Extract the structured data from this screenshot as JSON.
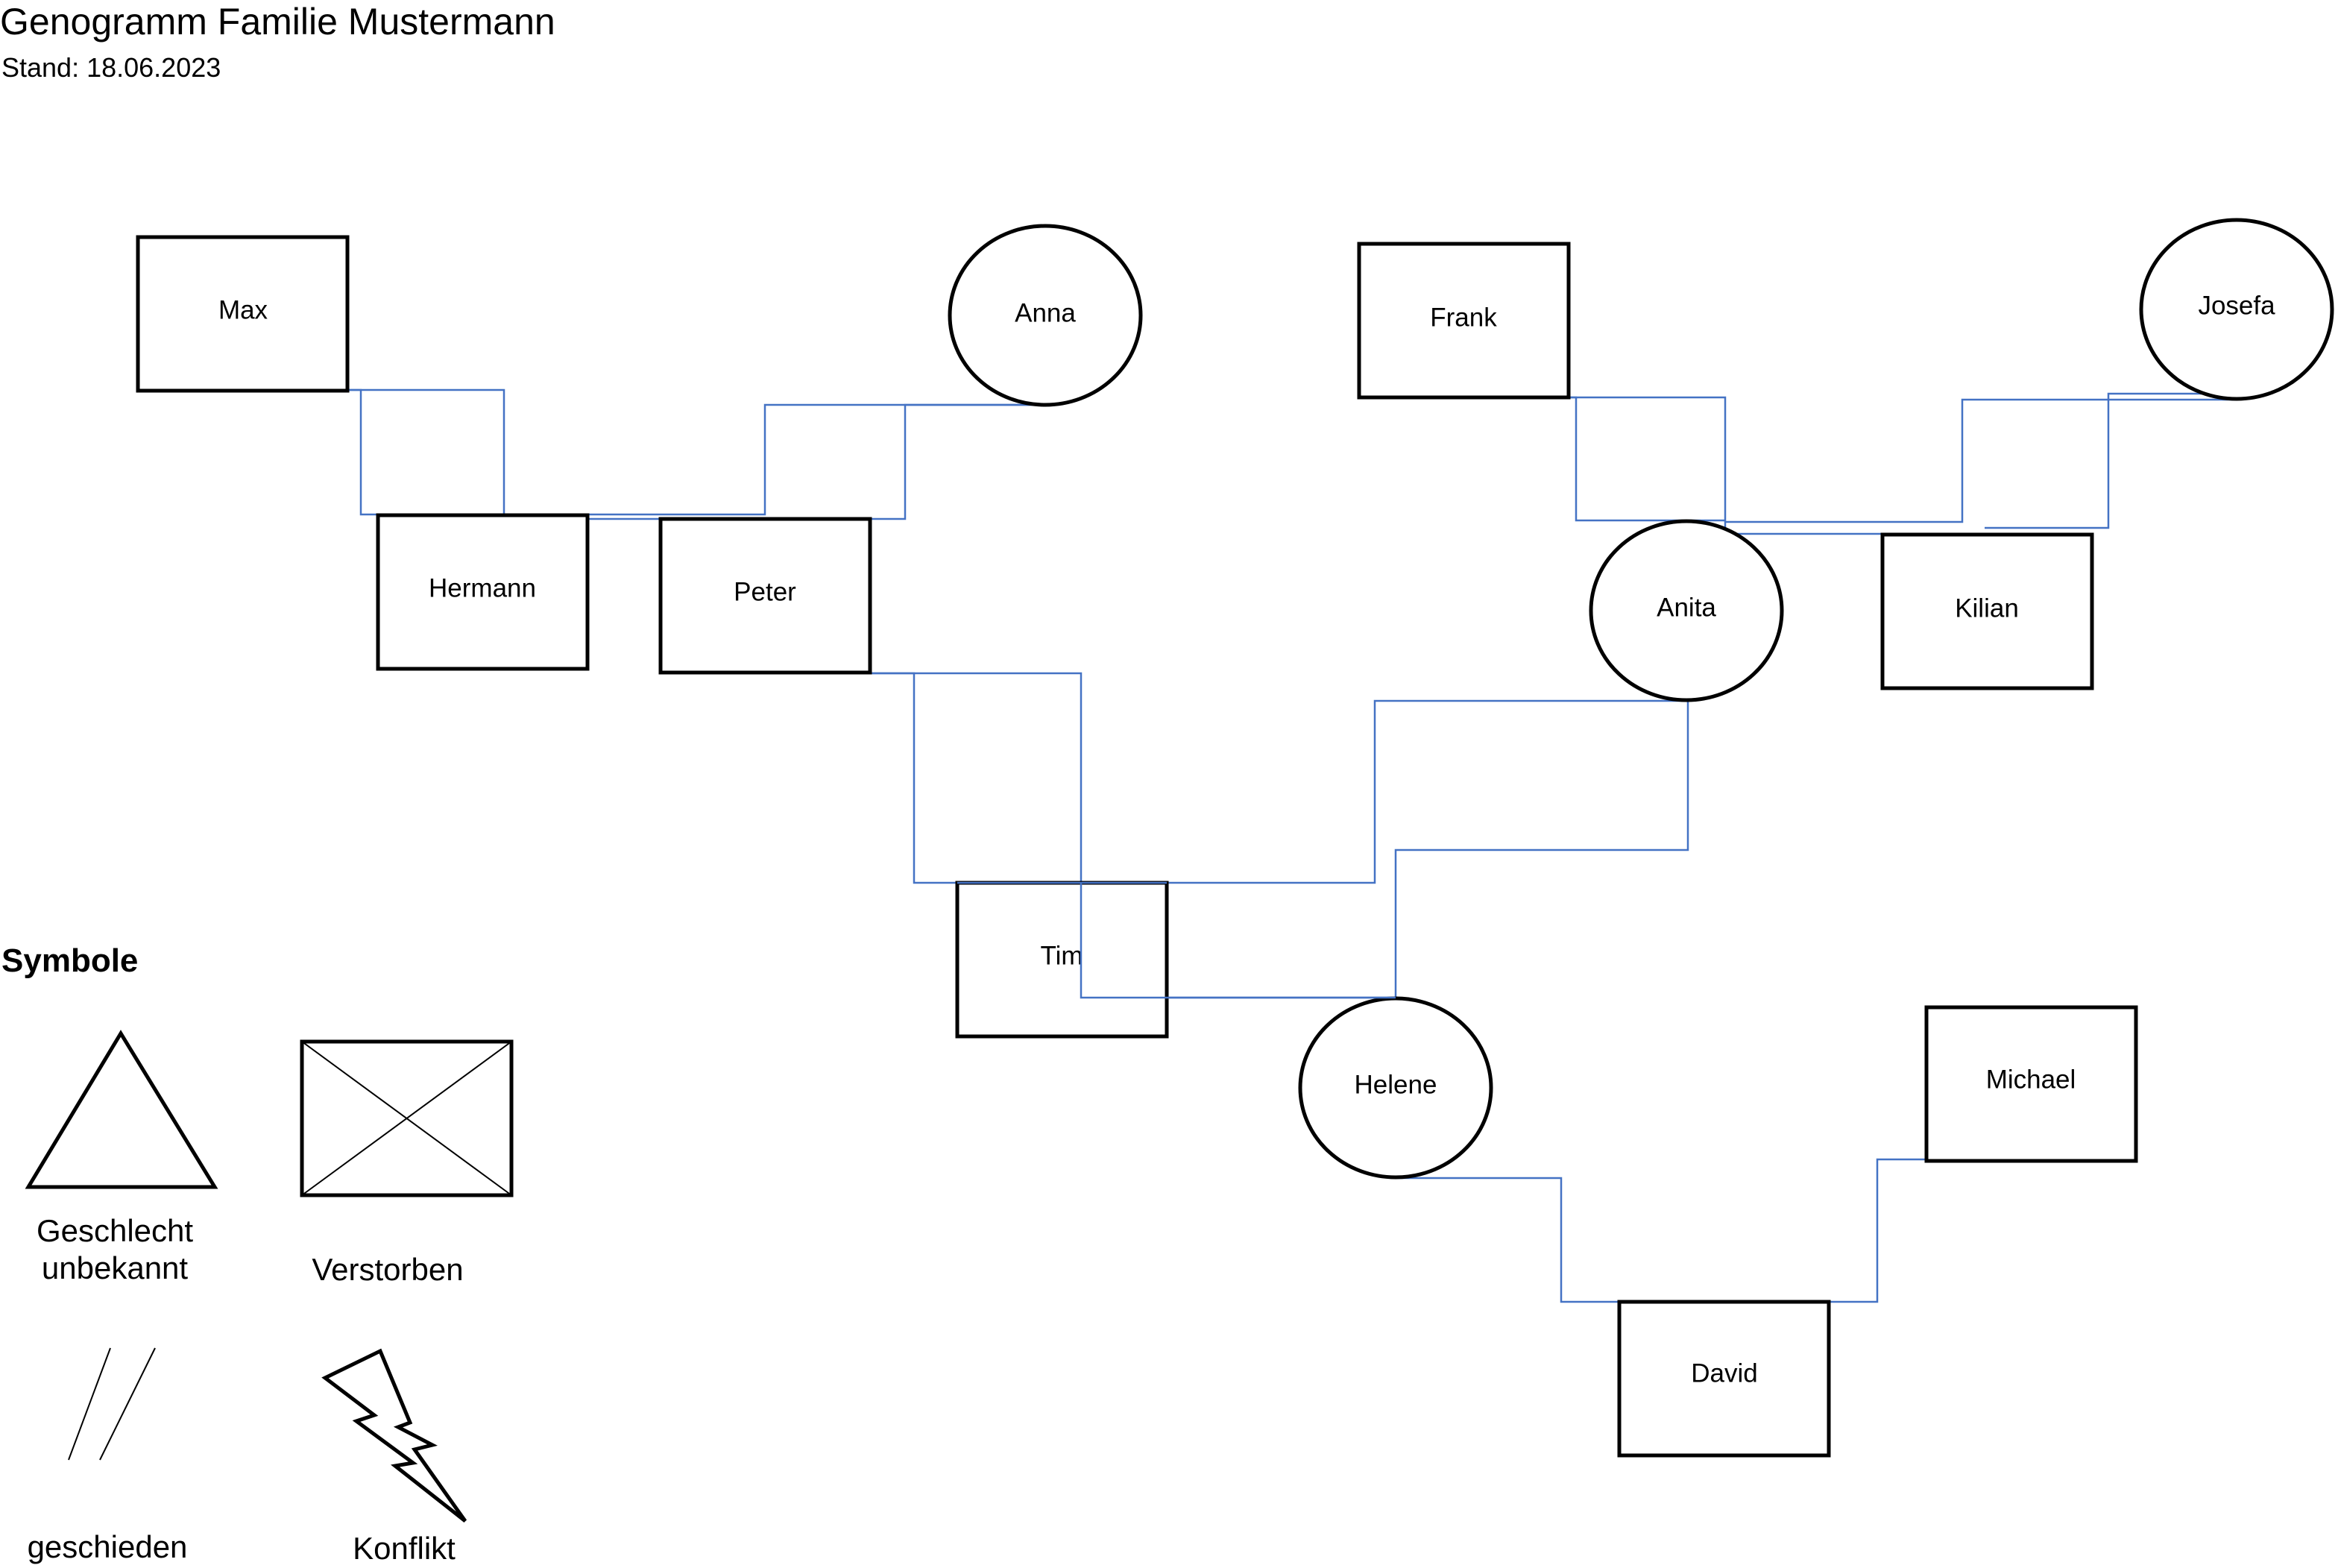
{
  "title": "Genogramm Familie Mustermann",
  "subtitle": "Stand: 18.06.2023",
  "persons": {
    "max": "Max",
    "anna": "Anna",
    "frank": "Frank",
    "josefa": "Josefa",
    "hermann": "Hermann",
    "peter": "Peter",
    "anita": "Anita",
    "kilian": "Kilian",
    "tim": "Tim",
    "helene": "Helene",
    "michael": "Michael",
    "david": "David"
  },
  "legend": {
    "heading": "Symbole",
    "unknown_gender": "Geschlecht\nunbekannt",
    "deceased": "Verstorben",
    "divorced": "geschieden",
    "conflict": "Konflikt"
  },
  "colors": {
    "connector": "#4472c4",
    "outline": "#000000"
  }
}
